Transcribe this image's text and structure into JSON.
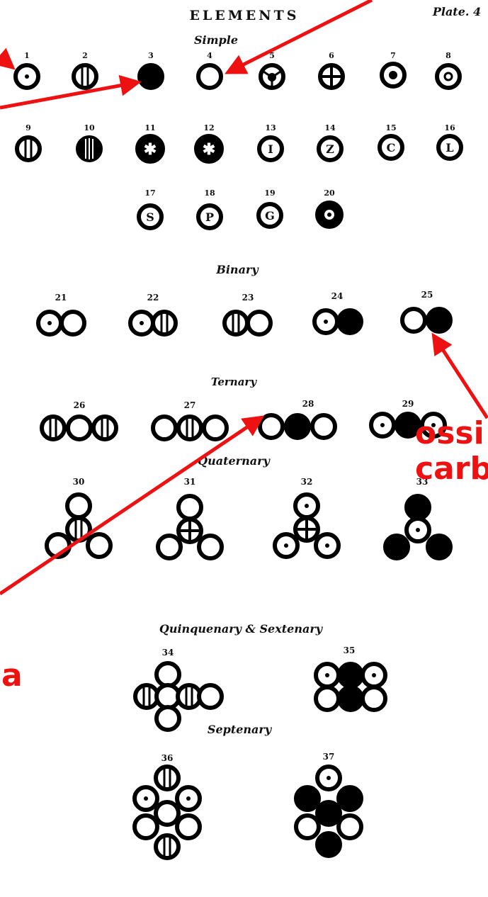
{
  "plate": {
    "heading": "ELEMENTS",
    "number": "Plate. 4"
  },
  "sections": [
    {
      "title": "Simple"
    },
    {
      "title": "Binary"
    },
    {
      "title": "Ternary"
    },
    {
      "title": "Quaternary"
    },
    {
      "title": "Quinquenary & Sextenary"
    },
    {
      "title": "Septenary"
    }
  ],
  "numbers": [
    "1",
    "2",
    "3",
    "4",
    "5",
    "6",
    "7",
    "8",
    "9",
    "10",
    "11",
    "12",
    "13",
    "14",
    "15",
    "16",
    "17",
    "18",
    "19",
    "20",
    "21",
    "22",
    "23",
    "24",
    "25",
    "26",
    "27",
    "28",
    "29",
    "30",
    "31",
    "32",
    "33",
    "34",
    "35",
    "36",
    "37"
  ],
  "symbols": {
    "11": "✱",
    "12": "✱",
    "13": "I",
    "14": "Z",
    "15": "C",
    "16": "L",
    "17": "S",
    "18": "P",
    "19": "G"
  },
  "annotations": {
    "label_right": "ossi\ncarb",
    "label_left": "a",
    "color": "#ee1111"
  },
  "colors": {
    "ink": "#000000",
    "paper": "#ffffff",
    "arrow": "#ee1111"
  }
}
